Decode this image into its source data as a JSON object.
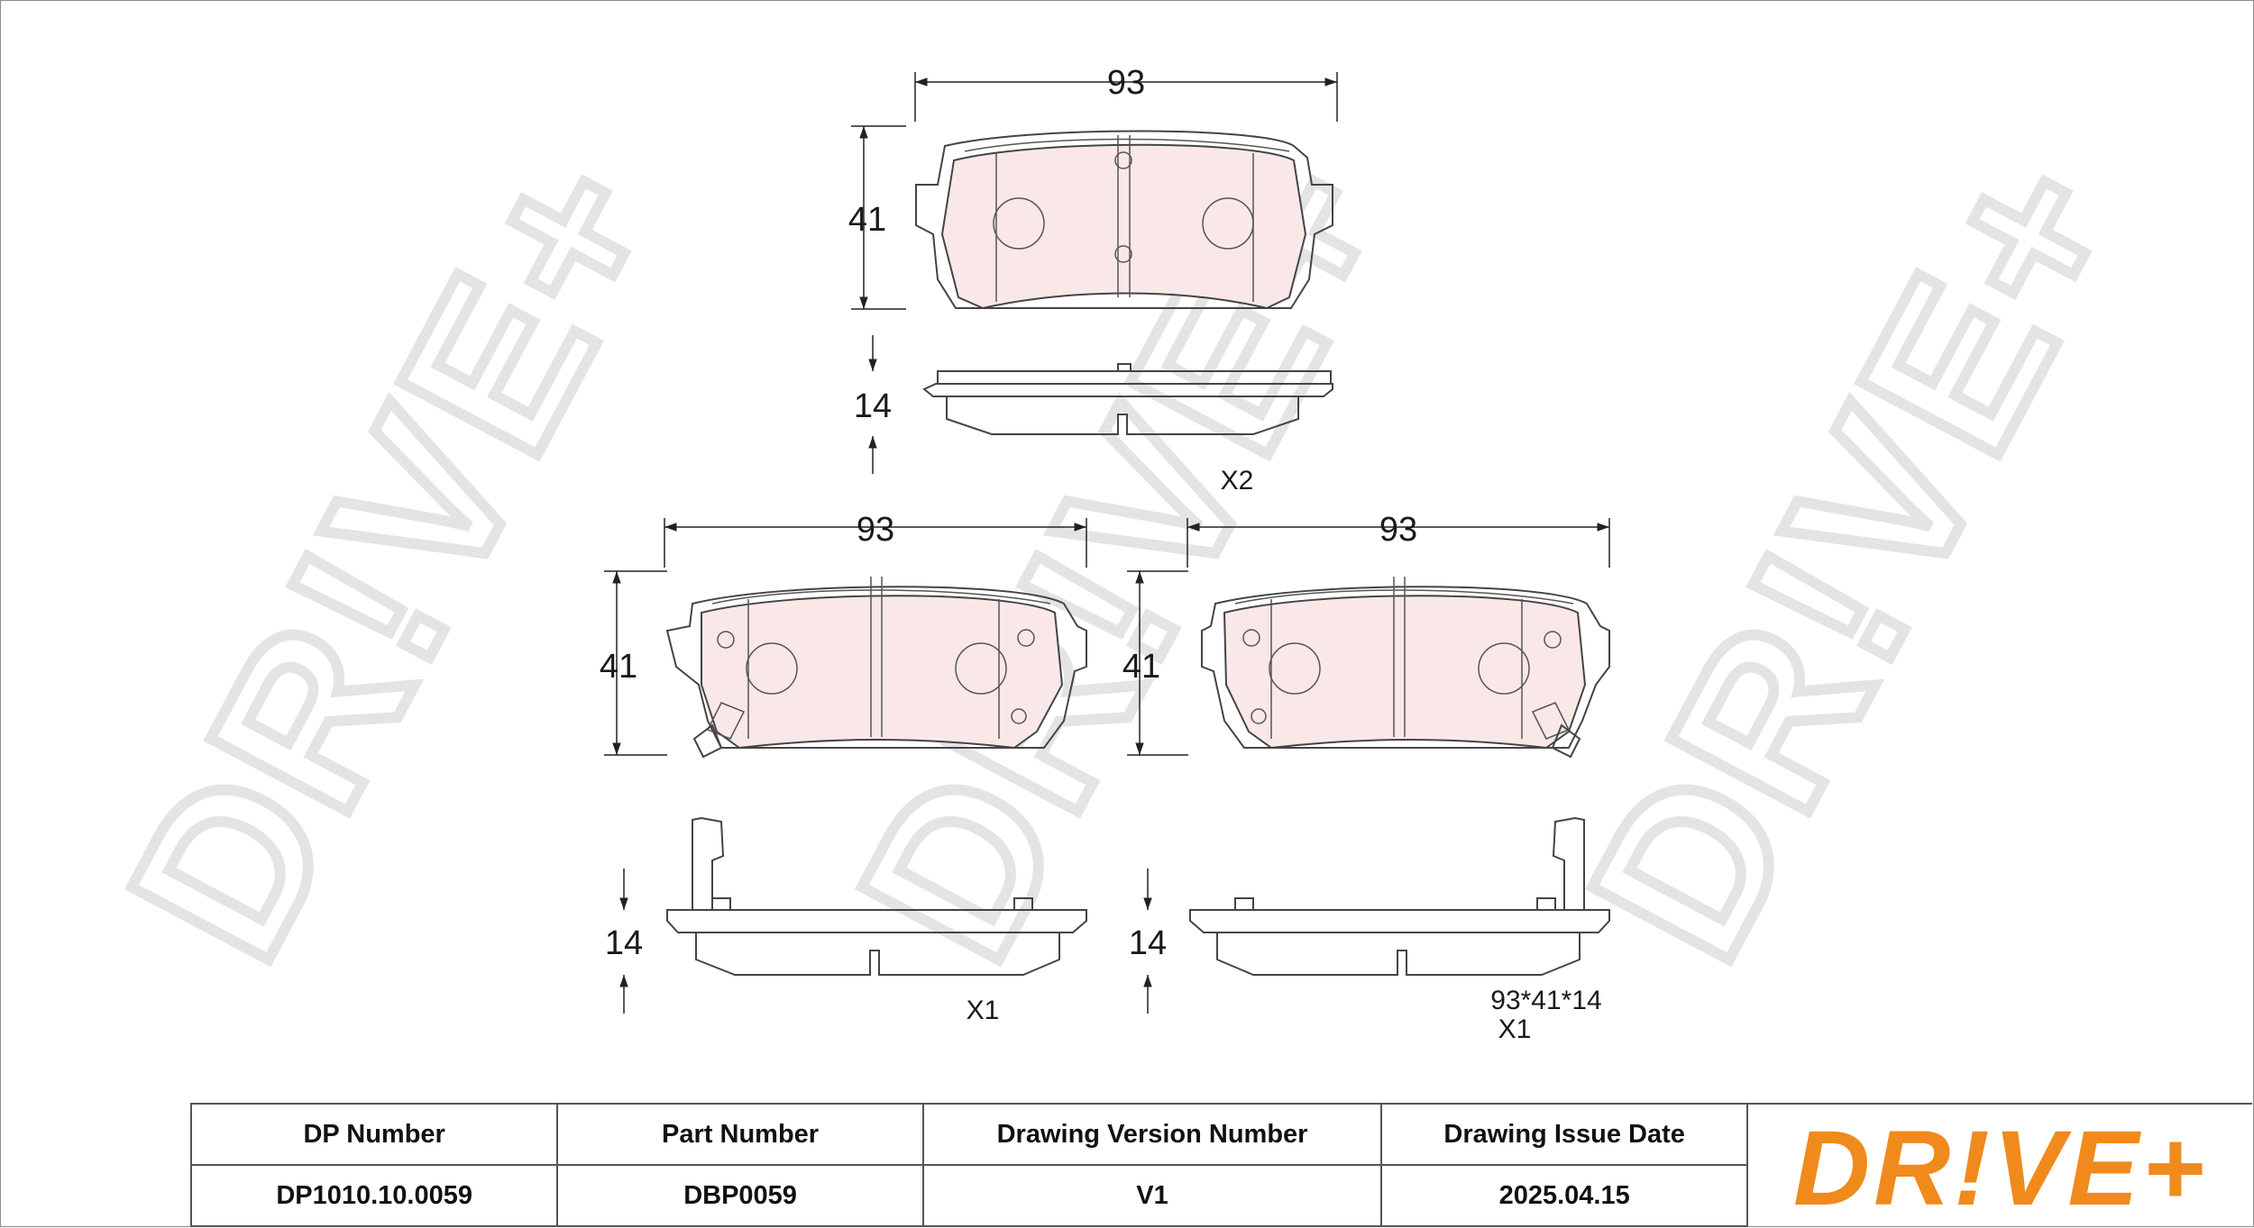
{
  "brand": {
    "name": "DR!VE+",
    "watermark_text": "DR!VE+",
    "logo_color": "#f08a1c",
    "pad_color": "#fae8e8"
  },
  "dimensions": {
    "top_width": "93",
    "top_height": "41",
    "top_thickness": "14",
    "top_qty": "X2",
    "left_width": "93",
    "left_height": "41",
    "left_thickness": "14",
    "left_qty": "X1",
    "right_width": "93",
    "right_height": "41",
    "right_thickness": "14",
    "right_size": "93*41*14",
    "right_qty": "X1"
  },
  "title_block": {
    "headers": [
      "DP Number",
      "Part Number",
      "Drawing Version Number",
      "Drawing Issue Date"
    ],
    "values": [
      "DP1010.10.0059",
      "DBP0059",
      "V1",
      "2025.04.15"
    ]
  }
}
